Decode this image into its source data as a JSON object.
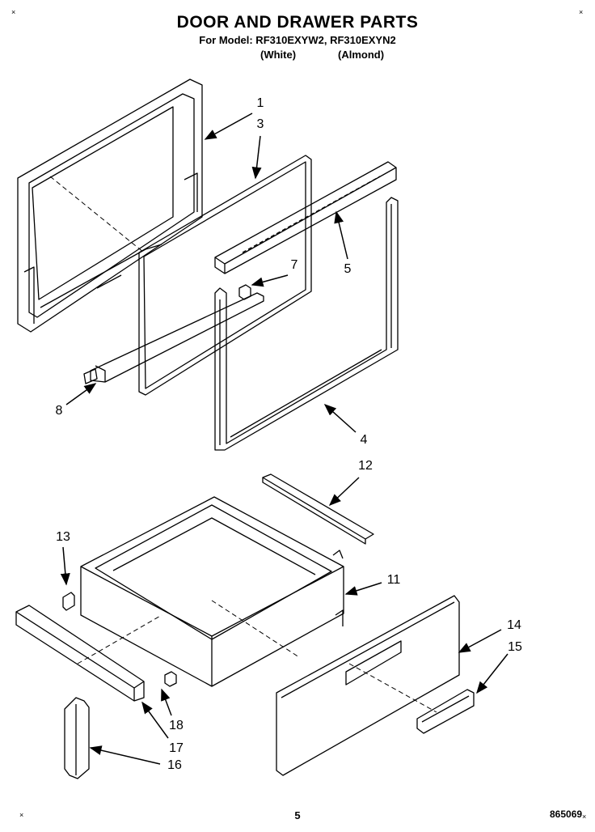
{
  "header": {
    "title": "DOOR AND DRAWER PARTS",
    "models": "For Model: RF310EXYW2, RF310EXYN2",
    "color_white": "(White)",
    "color_almond": "(Almond)"
  },
  "corner_marks": [
    "×",
    "×",
    "×",
    "×"
  ],
  "parts": [
    {
      "number": "1"
    },
    {
      "number": "3"
    },
    {
      "number": "5"
    },
    {
      "number": "7"
    },
    {
      "number": "8"
    },
    {
      "number": "4"
    },
    {
      "number": "12"
    },
    {
      "number": "13"
    },
    {
      "number": "11"
    },
    {
      "number": "14"
    },
    {
      "number": "15"
    },
    {
      "number": "18"
    },
    {
      "number": "17"
    },
    {
      "number": "16"
    }
  ],
  "footer": {
    "page_number": "5",
    "doc_number": "865069"
  }
}
